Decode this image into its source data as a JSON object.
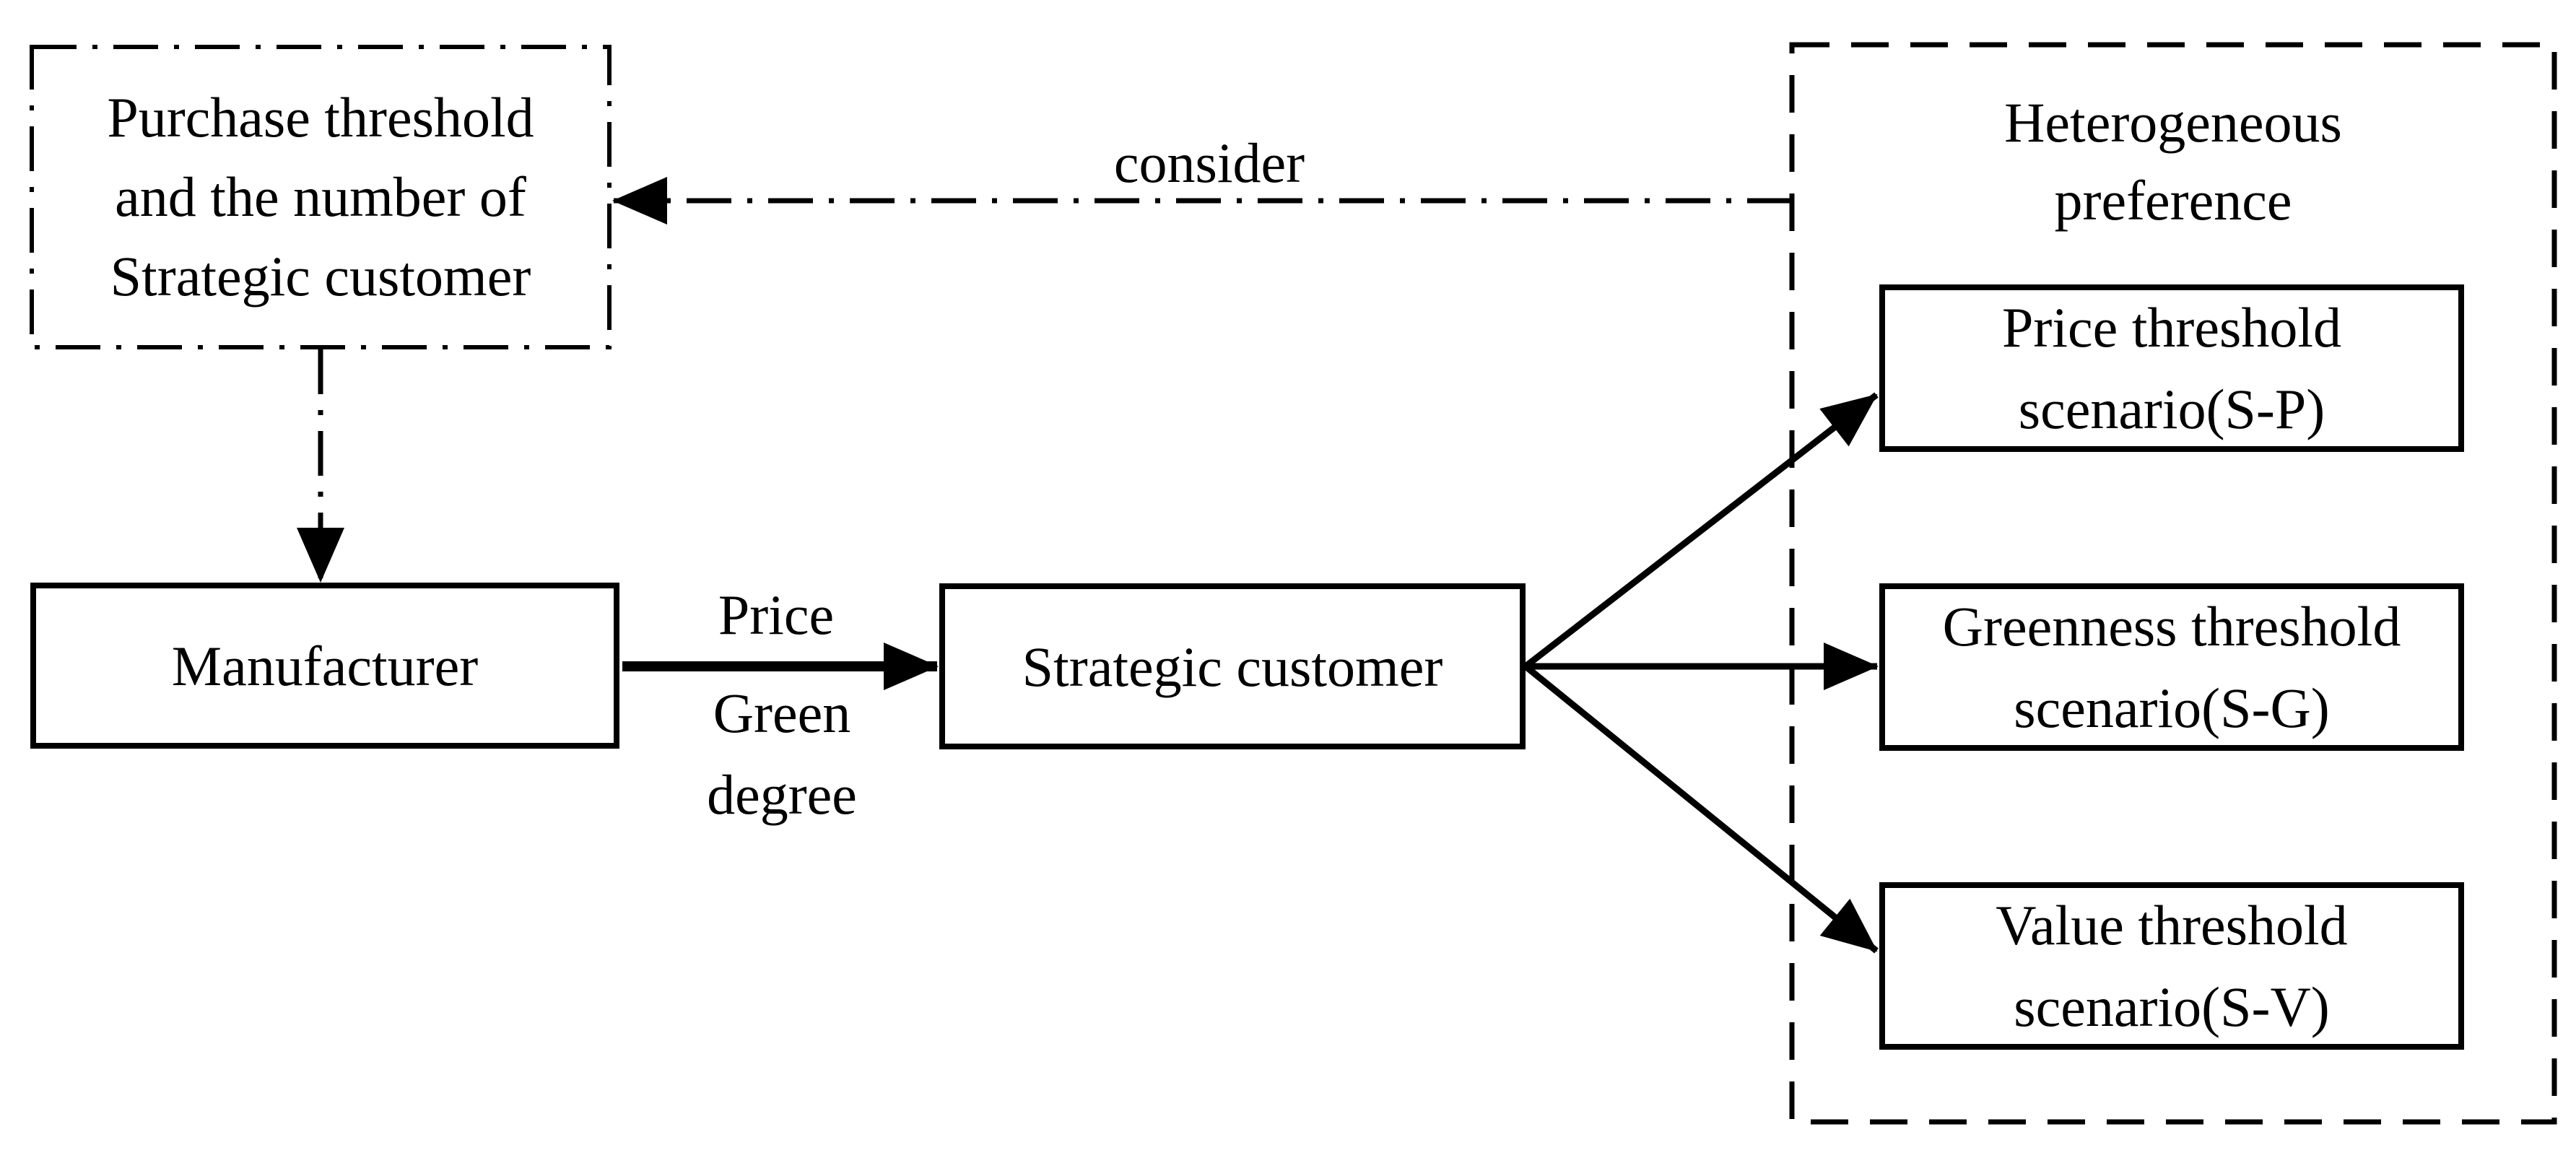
{
  "figure": {
    "background_color": "#ffffff",
    "stroke_color": "#000000",
    "purchase_box": {
      "lines": [
        "Purchase threshold",
        "and the number of",
        "Strategic customer"
      ]
    },
    "consider_arrow": {
      "label": "consider"
    },
    "manufacturer_box": {
      "label": "Manufacturer"
    },
    "manufacturer_arrow_labels": {
      "top": "Price",
      "bottom_lines": [
        "Green",
        "degree"
      ]
    },
    "strategic_customer_box": {
      "label": "Strategic customer"
    },
    "heterogeneous_box": {
      "title_lines": [
        "Heterogeneous",
        "preference"
      ]
    },
    "scenario_boxes": [
      {
        "lines": [
          "Price threshold",
          "scenario(S-P)"
        ]
      },
      {
        "lines": [
          "Greenness threshold",
          "scenario(S-G)"
        ]
      },
      {
        "lines": [
          "Value threshold",
          "scenario(S-V)"
        ]
      }
    ]
  }
}
